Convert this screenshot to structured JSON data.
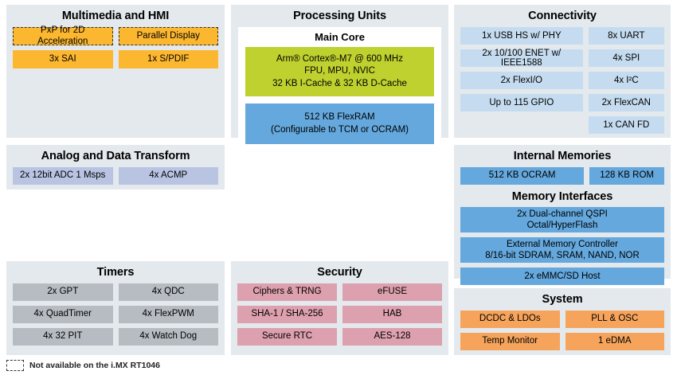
{
  "multimedia": {
    "title": "Multimedia and HMI",
    "blocks": [
      {
        "label": "PxP for 2D Acceleration",
        "style": "dashed-orange"
      },
      {
        "label": "Parallel Display",
        "style": "dashed-orange"
      },
      {
        "label": "3x SAI",
        "style": "orange"
      },
      {
        "label": "1x S/PDIF",
        "style": "orange"
      }
    ]
  },
  "processing": {
    "title": "Processing Units",
    "subtitle": "Main Core",
    "core": {
      "line1": "Arm® Cortex®-M7 @ 600 MHz",
      "line2": "FPU, MPU, NVIC",
      "line3": "32 KB I-Cache & 32 KB D-Cache",
      "color": "#bed12f"
    },
    "flexram": {
      "line1": "512 KB FlexRAM",
      "line2": "(Configurable to TCM or OCRAM)",
      "color": "#64a8dd"
    }
  },
  "connectivity": {
    "title": "Connectivity",
    "left_blocks": [
      "1x USB HS w/ PHY",
      "2x 10/100 ENET w/ IEEE1588",
      "2x FlexI/O",
      "Up to 115 GPIO"
    ],
    "right_blocks": [
      "8x UART",
      "4x SPI",
      "4x I²C",
      "2x FlexCAN",
      "1x CAN FD"
    ]
  },
  "analog": {
    "title": "Analog and Data Transform",
    "blocks": [
      "2x 12bit ADC 1 Msps",
      "4x ACMP"
    ]
  },
  "memories": {
    "title": "Internal Memories",
    "internal_blocks": [
      "512 KB OCRAM",
      "128 KB ROM"
    ],
    "interfaces_title": "Memory Interfaces",
    "interface_blocks": [
      {
        "line1": "2x Dual-channel QSPI",
        "line2": "Octal/HyperFlash"
      },
      {
        "line1": "External Memory Controller",
        "line2": "8/16-bit SDRAM, SRAM, NAND, NOR"
      },
      {
        "line1": "2x eMMC/SD Host",
        "line2": ""
      }
    ]
  },
  "timers": {
    "title": "Timers",
    "blocks": [
      "2x GPT",
      "4x QDC",
      "4x QuadTimer",
      "4x FlexPWM",
      "4x 32 PIT",
      "4x Watch Dog"
    ]
  },
  "security": {
    "title": "Security",
    "blocks": [
      "Ciphers & TRNG",
      "eFUSE",
      "SHA-1 / SHA-256",
      "HAB",
      "Secure RTC",
      "AES-128"
    ]
  },
  "system": {
    "title": "System",
    "blocks": [
      "DCDC & LDOs",
      "PLL & OSC",
      "Temp Monitor",
      "1 eDMA"
    ]
  },
  "legend": {
    "text": "Not available on the i.MX RT1046"
  },
  "colors": {
    "panel_bg": "#e4e9ed",
    "orange": "#fcb731",
    "orange_system": "#f6a45c",
    "lime": "#bed12f",
    "blue": "#64a8dd",
    "light_blue": "#c5dcf0",
    "lavender": "#b9c4e2",
    "gray": "#b6bcc2",
    "pink": "#dda0ae"
  }
}
